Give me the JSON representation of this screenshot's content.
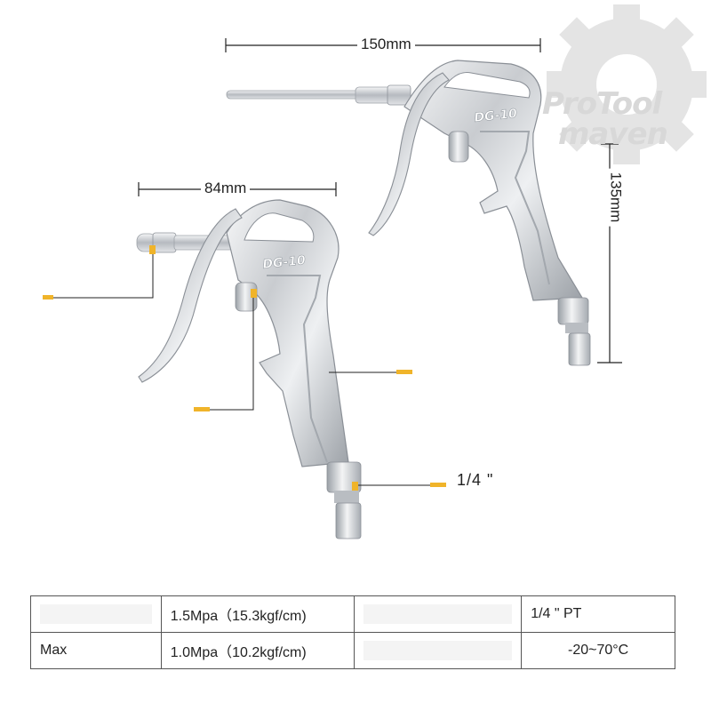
{
  "watermark": {
    "line1": "ProTool",
    "line2": "maven"
  },
  "dimensions": {
    "large_length": "150mm",
    "large_height": "135mm",
    "small_length": "84mm"
  },
  "guns": {
    "large_model": "DG-10",
    "small_model": "DG-10"
  },
  "callouts": {
    "fitting_size": "1/4 \""
  },
  "specs": {
    "rows": [
      {
        "c0": "",
        "c1": "1.5Mpa（15.3kgf/cm)",
        "c2": "",
        "c3": "1/4 \" PT"
      },
      {
        "c0": "Max",
        "c1": "1.0Mpa（10.2kgf/cm)",
        "c2": "",
        "c3": "-20~70°C"
      }
    ]
  },
  "colors": {
    "accent": "#f0b42a",
    "metal_dark": "#8a8f96",
    "metal_light": "#eef0f2"
  }
}
